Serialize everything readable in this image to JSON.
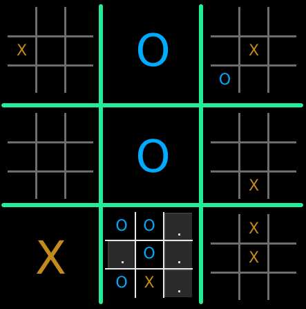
{
  "game": {
    "colors": {
      "grid": "#22ee99",
      "x": "#c38a1c",
      "o": "#00aaff",
      "small_grid": "#6e6e6e"
    },
    "active_board": [
      2,
      1
    ],
    "boards": [
      {
        "winner": null,
        "cells": [
          "",
          "",
          "",
          "X",
          "",
          "",
          "",
          "",
          ""
        ]
      },
      {
        "winner": "O",
        "cells": [
          "",
          "",
          "",
          "",
          "",
          "",
          "",
          "",
          ""
        ]
      },
      {
        "winner": null,
        "cells": [
          "",
          "",
          "",
          "",
          "X",
          "",
          "O",
          "",
          ""
        ]
      },
      {
        "winner": null,
        "cells": [
          "",
          "",
          "",
          "",
          "",
          "",
          "",
          "",
          ""
        ]
      },
      {
        "winner": "O",
        "cells": [
          "",
          "",
          "",
          "",
          "",
          "",
          "",
          "",
          ""
        ]
      },
      {
        "winner": null,
        "cells": [
          "",
          "",
          "",
          "",
          "",
          "",
          "",
          "X",
          ""
        ]
      },
      {
        "winner": "X",
        "cells": [
          "",
          "",
          "",
          "",
          "",
          "",
          "",
          "",
          ""
        ]
      },
      {
        "winner": null,
        "cells": [
          "O",
          "O",
          "",
          "",
          "O",
          "",
          "O",
          "X",
          ""
        ]
      },
      {
        "winner": null,
        "cells": [
          "",
          "X",
          "",
          "",
          "X",
          "",
          "",
          "",
          ""
        ]
      }
    ]
  }
}
